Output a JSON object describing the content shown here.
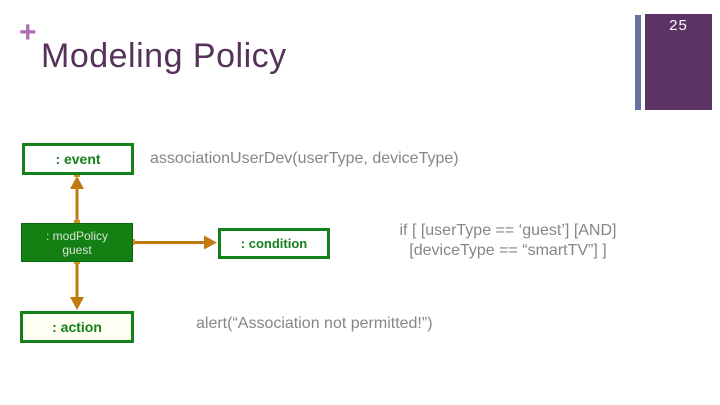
{
  "slide": {
    "plus_marker": "+",
    "title": "Modeling Policy",
    "page_number": "25"
  },
  "colors": {
    "title_purple": "#563159",
    "plus_purple": "#b06cb8",
    "accent_bar_blue": "#6b72a3",
    "accent_rect_purple": "#5d3366",
    "box_green": "#14801a",
    "arrow_orange": "#bf7b10",
    "gray_text": "#868686"
  },
  "diagram": {
    "event_box_label": ": event",
    "modpolicy_box_line1": ": modPolicy",
    "modpolicy_box_line2": "guest",
    "condition_box_label": ": condition",
    "action_box_label": ": action",
    "association_text": "associationUserDev(userType, deviceType)",
    "condition_line1": "if [ [userType == ‘guest’] [AND]",
    "condition_line2": "[deviceType == “smartTV”] ]",
    "alert_text": "alert(“Association not permitted!”)"
  }
}
